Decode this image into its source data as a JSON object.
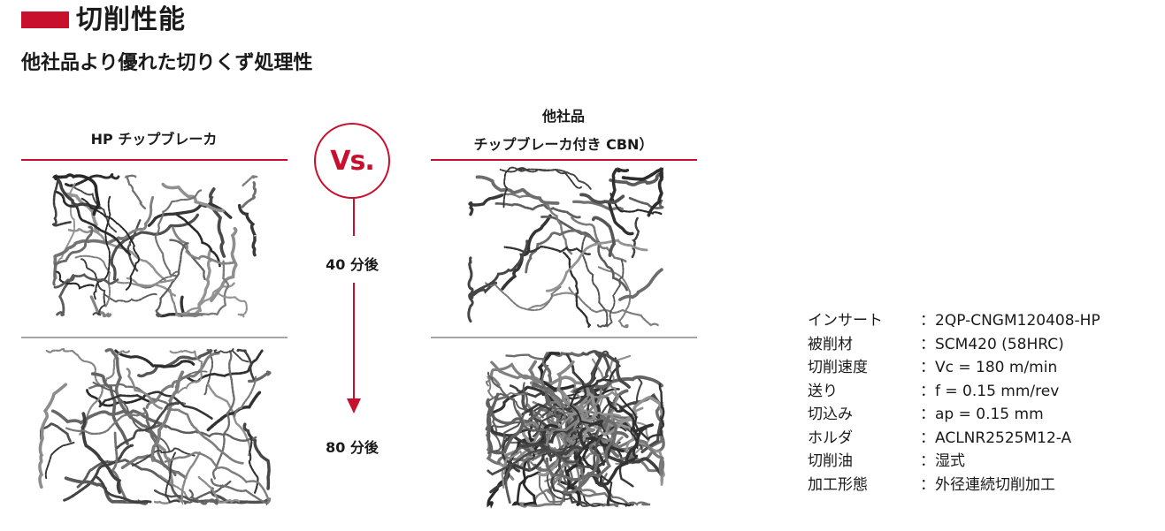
{
  "title": "切削性能",
  "subtitle": "他社品より優れた切りくず処理性",
  "left_column": {
    "heading": "HP チップブレーカ"
  },
  "right_column": {
    "heading_line1": "他社品",
    "heading_line2": "チップブレーカ付き CBN）"
  },
  "vs_label": "Vs.",
  "time_labels": [
    "40 分後",
    "80 分後"
  ],
  "accent_color": "#c8102e",
  "specs": [
    {
      "label": "インサート",
      "value": "2QP-CNGM120408-HP"
    },
    {
      "label": "被削材",
      "value": "SCM420 (58HRC)"
    },
    {
      "label": "切削速度",
      "value": "Vc = 180 m/min"
    },
    {
      "label": "送り",
      "value": "f = 0.15 mm/rev"
    },
    {
      "label": "切込み",
      "value": "ap = 0.15 mm"
    },
    {
      "label": "ホルダ",
      "value": "ACLNR2525M12-A"
    },
    {
      "label": "切削油",
      "value": "湿式"
    },
    {
      "label": "加工形態",
      "value": "外径連続切削加工"
    }
  ],
  "spec_separator": "："
}
